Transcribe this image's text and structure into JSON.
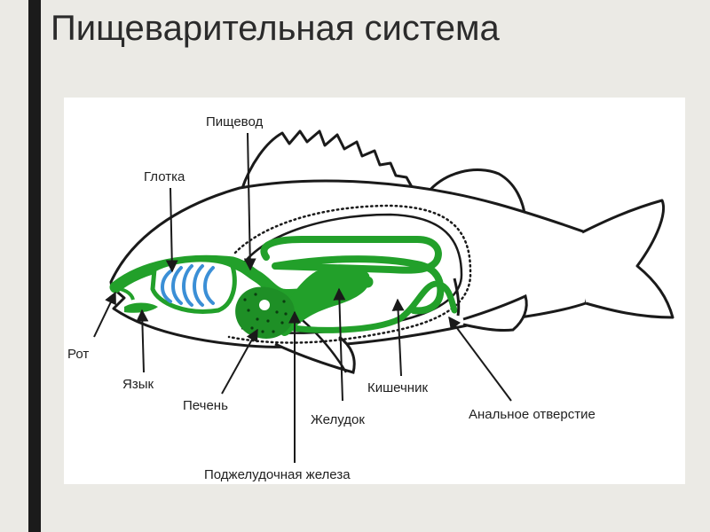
{
  "slide": {
    "title": "Пищеварительная система"
  },
  "diagram": {
    "labels": {
      "esophagus": "Пищевод",
      "pharynx": "Глотка",
      "mouth": "Рот",
      "tongue": "Язык",
      "liver": "Печень",
      "stomach": "Желудок",
      "pancreas": "Поджелудочная железа",
      "intestine": "Кишечник",
      "anus": "Анальное отверстие"
    },
    "colors": {
      "digestive_tract": "#22a02a",
      "liver": "#1e8f26",
      "gills": "#3b8fd6",
      "outline": "#1a1a1a",
      "background_panel": "#ffffff",
      "slide_background": "#ebeae5",
      "accent_bar": "#1b1b1b"
    }
  }
}
